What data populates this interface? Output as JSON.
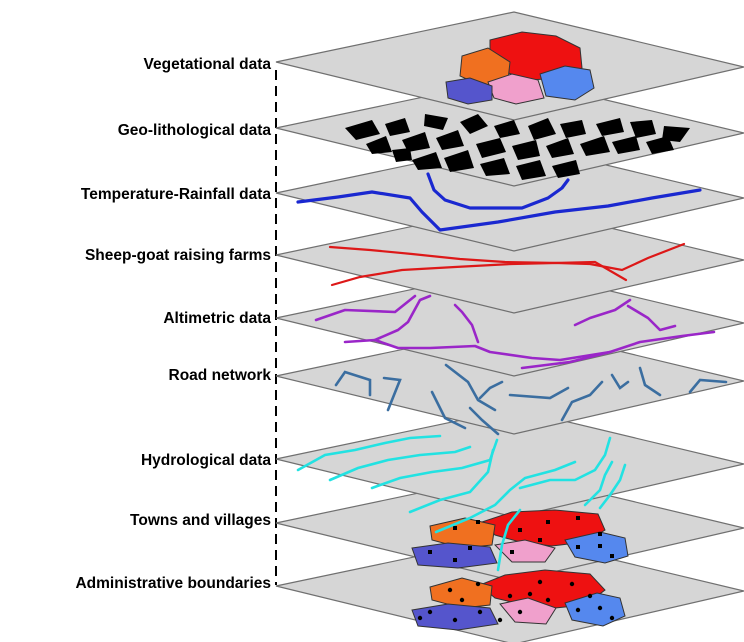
{
  "layers": [
    {
      "label": "Vegetational data"
    },
    {
      "label": "Geo-lithological data"
    },
    {
      "label": "Temperature-Rainfall data"
    },
    {
      "label": "Sheep-goat raising farms"
    },
    {
      "label": "Altimetric data"
    },
    {
      "label": "Road network"
    },
    {
      "label": "Hydrological data"
    },
    {
      "label": "Towns and villages"
    },
    {
      "label": "Administrative boundaries"
    }
  ],
  "colors": {
    "plane_fill": "#d6d6d6",
    "plane_stroke": "#707070",
    "rock": "#000000",
    "rainfall": "#1a28d0",
    "farms": "#dd1818",
    "altimetric": "#9a26c8",
    "road": "#3b6ea0",
    "hydro": "#22e2e2",
    "region_red": "#ee1111",
    "region_orange": "#f07020",
    "region_blue": "#5588ee",
    "region_pink": "#f0a0cc",
    "region_indigo": "#5555cc",
    "dot": "#000000"
  }
}
